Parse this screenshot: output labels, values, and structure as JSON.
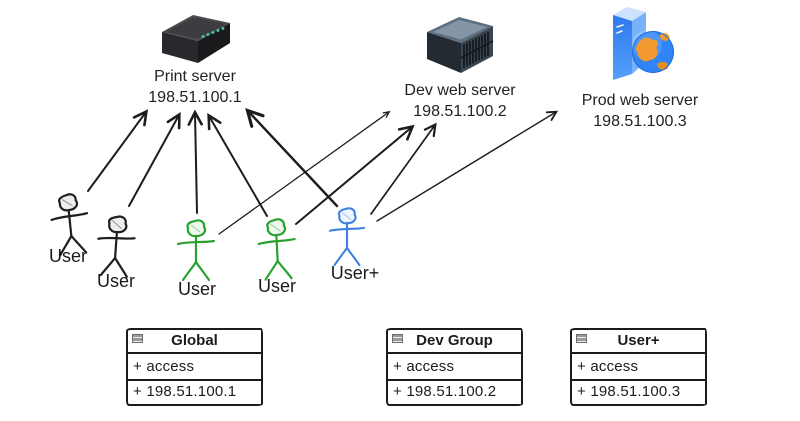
{
  "background": "#ffffff",
  "servers": [
    {
      "id": "print-server",
      "name": "Print server",
      "ip": "198.51.100.1",
      "icon": "print-server-icon"
    },
    {
      "id": "dev-web-server",
      "name": "Dev web server",
      "ip": "198.51.100.2",
      "icon": "rack-server-icon"
    },
    {
      "id": "prod-web-server",
      "name": "Prod web server",
      "ip": "198.51.100.3",
      "icon": "tower-server-globe-icon"
    }
  ],
  "users": [
    {
      "id": "user-1",
      "label": "User",
      "color": "#1f1f1f"
    },
    {
      "id": "user-2",
      "label": "User",
      "color": "#1f1f1f"
    },
    {
      "id": "user-3",
      "label": "User",
      "color": "#2aa12e"
    },
    {
      "id": "user-4",
      "label": "User",
      "color": "#2aa12e"
    },
    {
      "id": "user-5",
      "label": "User+",
      "color": "#3f7fe3"
    }
  ],
  "edges": [
    {
      "from": "user-1",
      "to": "print-server"
    },
    {
      "from": "user-2",
      "to": "print-server"
    },
    {
      "from": "user-3",
      "to": "print-server"
    },
    {
      "from": "user-4",
      "to": "print-server"
    },
    {
      "from": "user-5",
      "to": "print-server"
    },
    {
      "from": "user-3",
      "to": "dev-web-server"
    },
    {
      "from": "user-4",
      "to": "dev-web-server"
    },
    {
      "from": "user-5",
      "to": "dev-web-server"
    },
    {
      "from": "user-5",
      "to": "prod-web-server"
    }
  ],
  "groups": [
    {
      "title": "Global",
      "rows": [
        "+ access",
        "+ 198.51.100.1"
      ]
    },
    {
      "title": "Dev Group",
      "rows": [
        "+ access",
        "+ 198.51.100.2"
      ]
    },
    {
      "title": "User+",
      "rows": [
        "+ access",
        "+ 198.51.100.3"
      ]
    }
  ]
}
